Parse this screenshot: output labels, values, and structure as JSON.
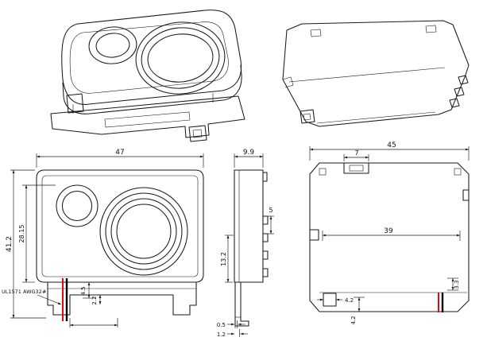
{
  "palette": {
    "line": "#1a1a1a",
    "wire_red": "#e30613",
    "wire_black": "#000000",
    "background": "#ffffff"
  },
  "front_view": {
    "width": "47",
    "overall_height": "41.2",
    "body_height": "28.15",
    "wire_exit_a": "4.5",
    "wire_exit_b": "2.2",
    "wire_label": "UL1571 AWG32#"
  },
  "side_view": {
    "depth": "9.9",
    "pitch": "5",
    "height": "13.2",
    "tail_thickness": "0.5",
    "tail_width": "1.2"
  },
  "back_view": {
    "width": "45",
    "tab_width": "7",
    "hole_spacing": "39",
    "edge_offset": "3.3",
    "foot_width": "4.2",
    "foot_height": "4.2"
  }
}
